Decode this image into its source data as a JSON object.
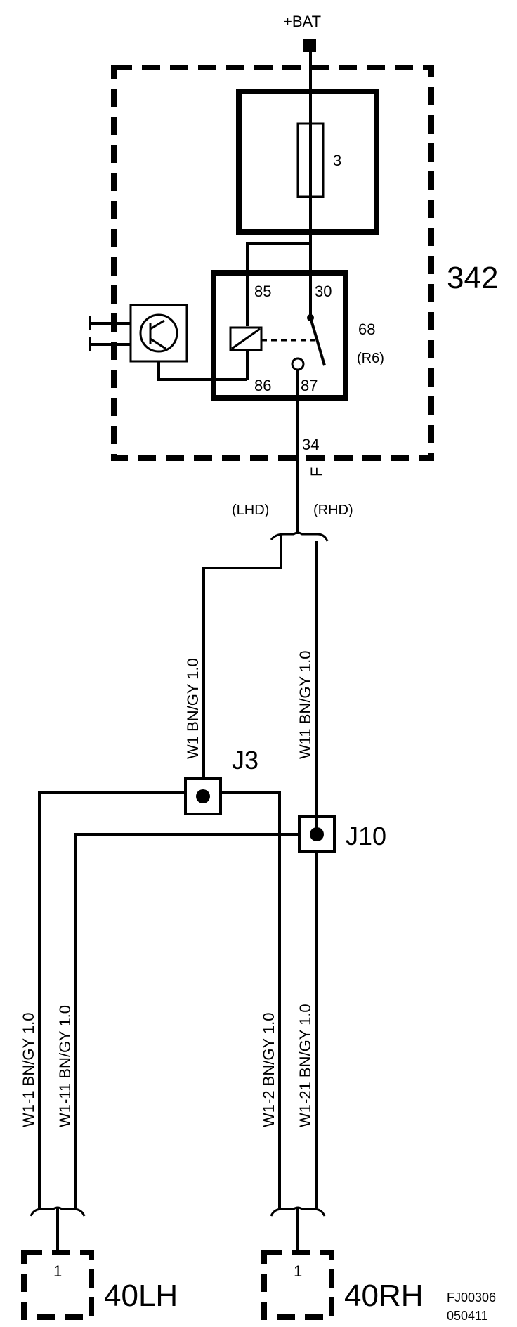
{
  "supply": {
    "label": "+BAT"
  },
  "module": {
    "id": "342"
  },
  "fuse": {
    "number": "3"
  },
  "relay": {
    "id": "68",
    "alt_id": "(R6)",
    "pins": {
      "p85": "85",
      "p30": "30",
      "p86": "86",
      "p87": "87"
    }
  },
  "output": {
    "wire": "34",
    "pin": "F"
  },
  "variants": {
    "lhd": "(LHD)",
    "rhd": "(RHD)"
  },
  "wires": {
    "w1": "W1  BN/GY  1.0",
    "w11": "W11  BN/GY  1.0",
    "w1_1": "W1-1  BN/GY  1.0",
    "w1_11": "W1-11  BN/GY  1.0",
    "w1_2": "W1-2  BN/GY  1.0",
    "w1_21": "W1-21  BN/GY  1.0"
  },
  "junctions": {
    "j3": "J3",
    "j10": "J10"
  },
  "connectors": {
    "lh": {
      "id": "40LH",
      "pin": "1"
    },
    "rh": {
      "id": "40RH",
      "pin": "1"
    }
  },
  "drawing": {
    "code": "FJ00306",
    "date": "050411"
  }
}
